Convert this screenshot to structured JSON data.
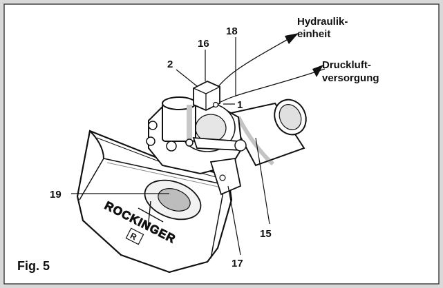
{
  "figure": {
    "caption": "Fig. 5",
    "logo_text": "ROCKINGER",
    "logo_badge": "R"
  },
  "callouts": {
    "c1": "1",
    "c2": "2",
    "c15": "15",
    "c16": "16",
    "c17": "17",
    "c18": "18",
    "c19": "19"
  },
  "connections": {
    "hydraulic_line1": "Hydraulik-",
    "hydraulic_line2": "einheit",
    "air_line1": "Druckluft-",
    "air_line2": "versorgung"
  },
  "colors": {
    "background": "#d9d9d9",
    "panel": "#ffffff",
    "ink": "#111111",
    "shade": "#9a9a9a"
  }
}
